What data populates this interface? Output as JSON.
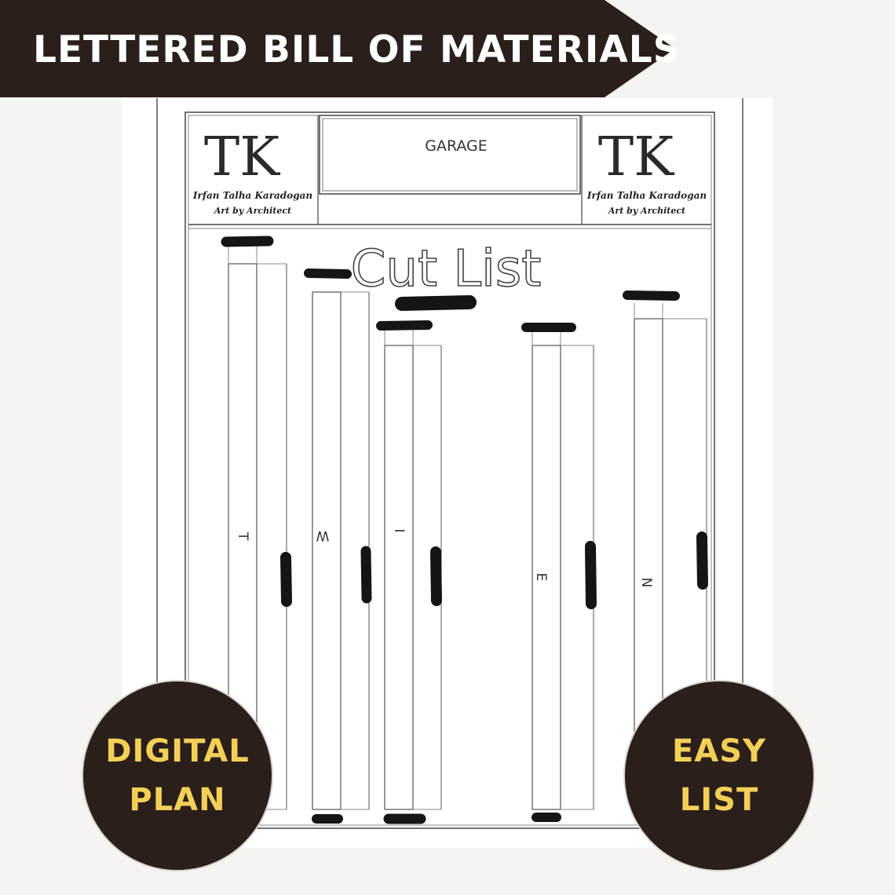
{
  "banner": {
    "title": "LETTERED BILL OF MATERIALS"
  },
  "sheet": {
    "project": "GARAGE",
    "heading": "Cut List",
    "logo": {
      "monogram": "TK",
      "name": "Irfan Talha Karadogan",
      "tagline": "Art by Architect"
    }
  },
  "pieces": [
    {
      "letter": "T"
    },
    {
      "letter": "W"
    },
    {
      "letter": "I"
    },
    {
      "letter": "E"
    },
    {
      "letter": "N"
    }
  ],
  "badges": {
    "left": {
      "line1": "DIGITAL",
      "line2": "PLAN"
    },
    "right": {
      "line1": "EASY",
      "line2": "LIST"
    }
  },
  "colors": {
    "dark": "#2a1f1b",
    "accent": "#f3cf57",
    "line": "#444444"
  }
}
